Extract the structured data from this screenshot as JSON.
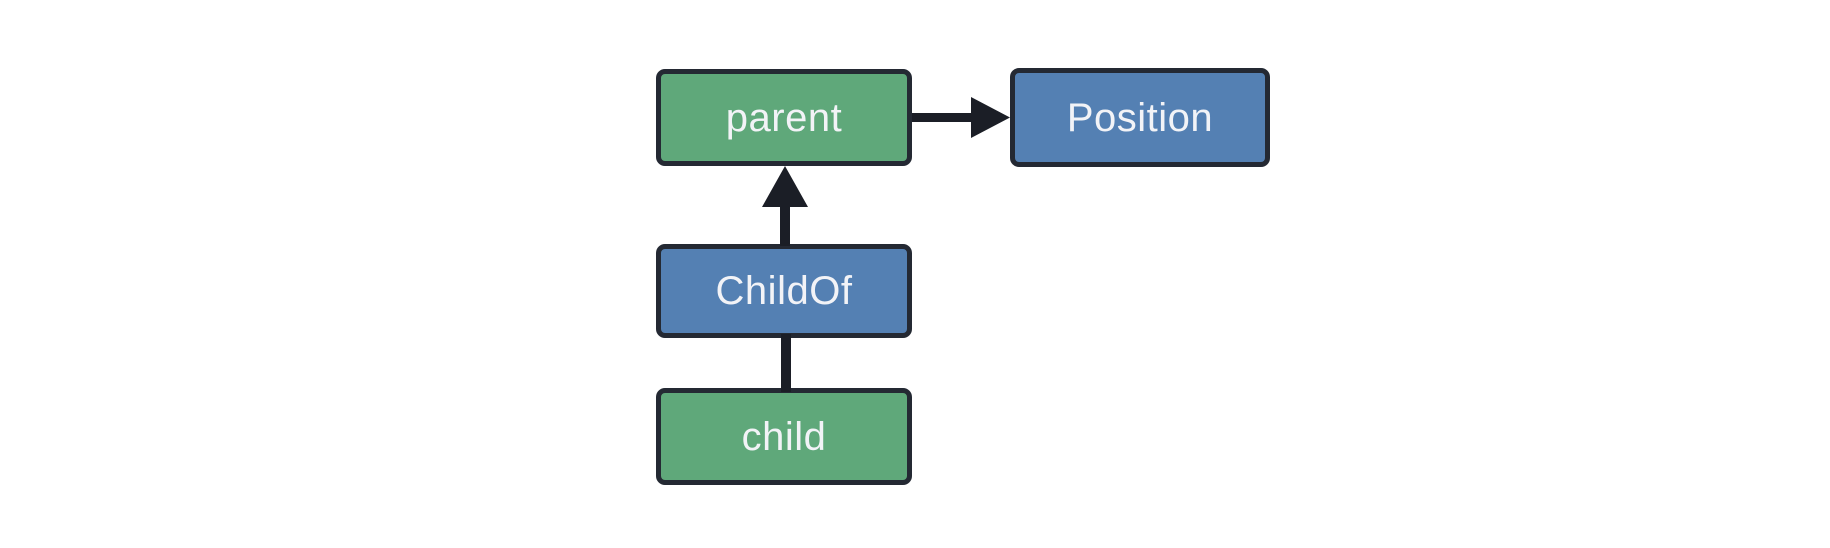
{
  "diagram": {
    "nodes": [
      {
        "id": "parent",
        "label": "parent",
        "fill": "green"
      },
      {
        "id": "Position",
        "label": "Position",
        "fill": "blue"
      },
      {
        "id": "ChildOf",
        "label": "ChildOf",
        "fill": "blue"
      },
      {
        "id": "child",
        "label": "child",
        "fill": "green"
      }
    ],
    "edges": [
      {
        "from": "parent",
        "to": "Position",
        "style": "arrow",
        "direction": "right"
      },
      {
        "from": "ChildOf",
        "to": "parent",
        "style": "arrow",
        "direction": "up"
      },
      {
        "from": "child",
        "to": "ChildOf",
        "style": "plain-line",
        "direction": "up"
      }
    ]
  },
  "colors": {
    "bg": "#ffffff",
    "node_green": "#5FA87A",
    "node_blue": "#5480B3",
    "border": "#242933",
    "arrow": "#1B1E26",
    "text": "#F2F3F7"
  }
}
